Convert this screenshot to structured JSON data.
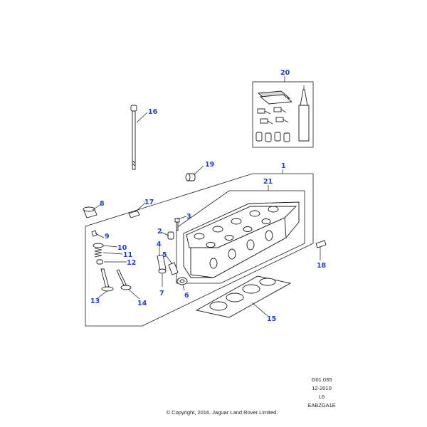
{
  "callouts": {
    "c1": "1",
    "c2": "2",
    "c3": "3",
    "c4": "4",
    "c5": "5",
    "c6": "6",
    "c7": "7",
    "c8": "8",
    "c9": "9",
    "c10": "10",
    "c11": "11",
    "c12": "12",
    "c13": "13",
    "c14": "14",
    "c15": "15",
    "c16": "16",
    "c17": "17",
    "c18": "18",
    "c19": "19",
    "c20": "20",
    "c21": "21"
  },
  "meta": {
    "figure_code": "G01.035",
    "date": "12-2010",
    "model": "L6",
    "ref": "EABZGA1E",
    "copyright": "© Copyright, 2016. Jaguar Land Rover Limited."
  },
  "colors": {
    "callout": "#1f3fd6",
    "line": "#1a1a1a"
  }
}
